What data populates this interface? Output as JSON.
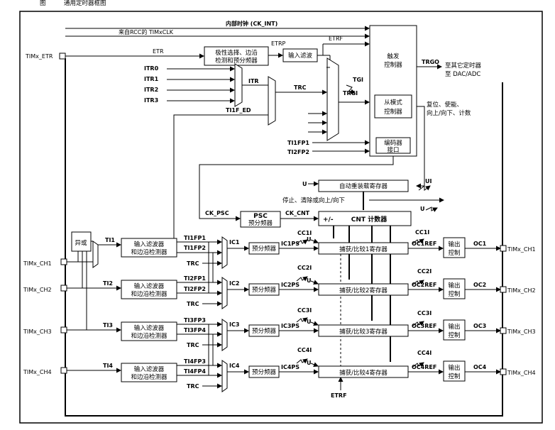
{
  "caption": "图　　　通用定时器框图",
  "signals": {
    "ck_int": "内部时钟 (CK_INT)",
    "rcc": "来自RCC的 TIMxCLK",
    "etr": "ETR",
    "etrp": "ETRP",
    "etrf": "ETRF",
    "etrf_bottom": "ETRF",
    "itr0": "ITR0",
    "itr1": "ITR1",
    "itr2": "ITR2",
    "itr3": "ITR3",
    "itr": "ITR",
    "trc": "TRC",
    "ti1f_ed": "TI1F_ED",
    "tgi": "TGI",
    "trgi": "TRGI",
    "ti1fp1_enc": "TI1FP1",
    "ti2fp2_enc": "TI2FP2",
    "trgo": "TRGO",
    "to_timers_1": "至其它定时器",
    "to_timers_2": "至 DAC/ADC",
    "reset_1": "复位、使能、",
    "reset_2": "向上/向下、计数",
    "ck_psc": "CK_PSC",
    "ck_cnt": "CK_CNT",
    "u_top": "U",
    "ui": "UI",
    "u_right": "U",
    "stop_text": "停止、清除或向上/向下",
    "plusminus": "+/-",
    "cc1i": "CC1I",
    "cc2i": "CC2I",
    "cc3i": "CC3I",
    "cc4i": "CC4I",
    "cc1i_out": "CC1I",
    "cc2i_out": "CC2I",
    "cc3i_out": "CC3I",
    "cc4i_out": "CC4I",
    "u1": "U",
    "u2": "U",
    "u3": "U",
    "u4": "U"
  },
  "blocks": {
    "polarity_1": "极性选择、边沿",
    "polarity_2": "检测和预分频器",
    "input_filter": "输入滤波",
    "trigger_1": "触发",
    "trigger_2": "控制器",
    "slave_1": "从模式",
    "slave_2": "控制器",
    "encoder_1": "编码器",
    "encoder_2": "接口",
    "autoreload": "自动重装载寄存器",
    "psc_1": "PSC",
    "psc_2": "预分频器",
    "cnt": "CNT 计数器",
    "xor": "异或",
    "ti1": "TI1",
    "ti2": "TI2",
    "ti3": "TI3",
    "ti4": "TI4"
  },
  "pins": {
    "etr": "TIMx_ETR",
    "ch1_in": "TIMx_CH1",
    "ch2_in": "TIMx_CH2",
    "ch3_in": "TIMx_CH3",
    "ch4_in": "TIMx_CH4",
    "ch1_out": "TIMx_CH1",
    "ch2_out": "TIMx_CH2",
    "ch3_out": "TIMx_CH3",
    "ch4_out": "TIMx_CH4"
  },
  "channels": [
    {
      "fp_a": "TI1FP1",
      "fp_b": "TI1FP2",
      "trc": "TRC",
      "ic": "IC1",
      "icps": "IC1PS",
      "filter_1": "输入滤波器",
      "filter_2": "和边沿检测器",
      "prescaler": "预分频器",
      "ccr": "捕获/比较1寄存器",
      "ocref": "OC1REF",
      "out_1": "输出",
      "out_2": "控制",
      "oc": "OC1"
    },
    {
      "fp_a": "TI2FP1",
      "fp_b": "TI2FP2",
      "trc": "TRC",
      "ic": "IC2",
      "icps": "IC2PS",
      "filter_1": "输入滤波器",
      "filter_2": "和边沿检测器",
      "prescaler": "预分频器",
      "ccr": "捕获/比较2寄存器",
      "ocref": "OC2REF",
      "out_1": "输出",
      "out_2": "控制",
      "oc": "OC2"
    },
    {
      "fp_a": "TI3FP3",
      "fp_b": "TI3FP4",
      "trc": "TRC",
      "ic": "IC3",
      "icps": "IC3PS",
      "filter_1": "输入滤波器",
      "filter_2": "和边沿检测器",
      "prescaler": "预分频器",
      "ccr": "捕获/比较3寄存器",
      "ocref": "OC3REF",
      "out_1": "输出",
      "out_2": "控制",
      "oc": "OC3"
    },
    {
      "fp_a": "TI4FP3",
      "fp_b": "TI4FP4",
      "trc": "TRC",
      "ic": "IC4",
      "icps": "IC4PS",
      "filter_1": "输入滤波器",
      "filter_2": "和边沿检测器",
      "prescaler": "预分频器",
      "ccr": "捕获/比较4寄存器",
      "ocref": "OC4REF",
      "out_1": "输出",
      "out_2": "控制",
      "oc": "OC4"
    }
  ]
}
